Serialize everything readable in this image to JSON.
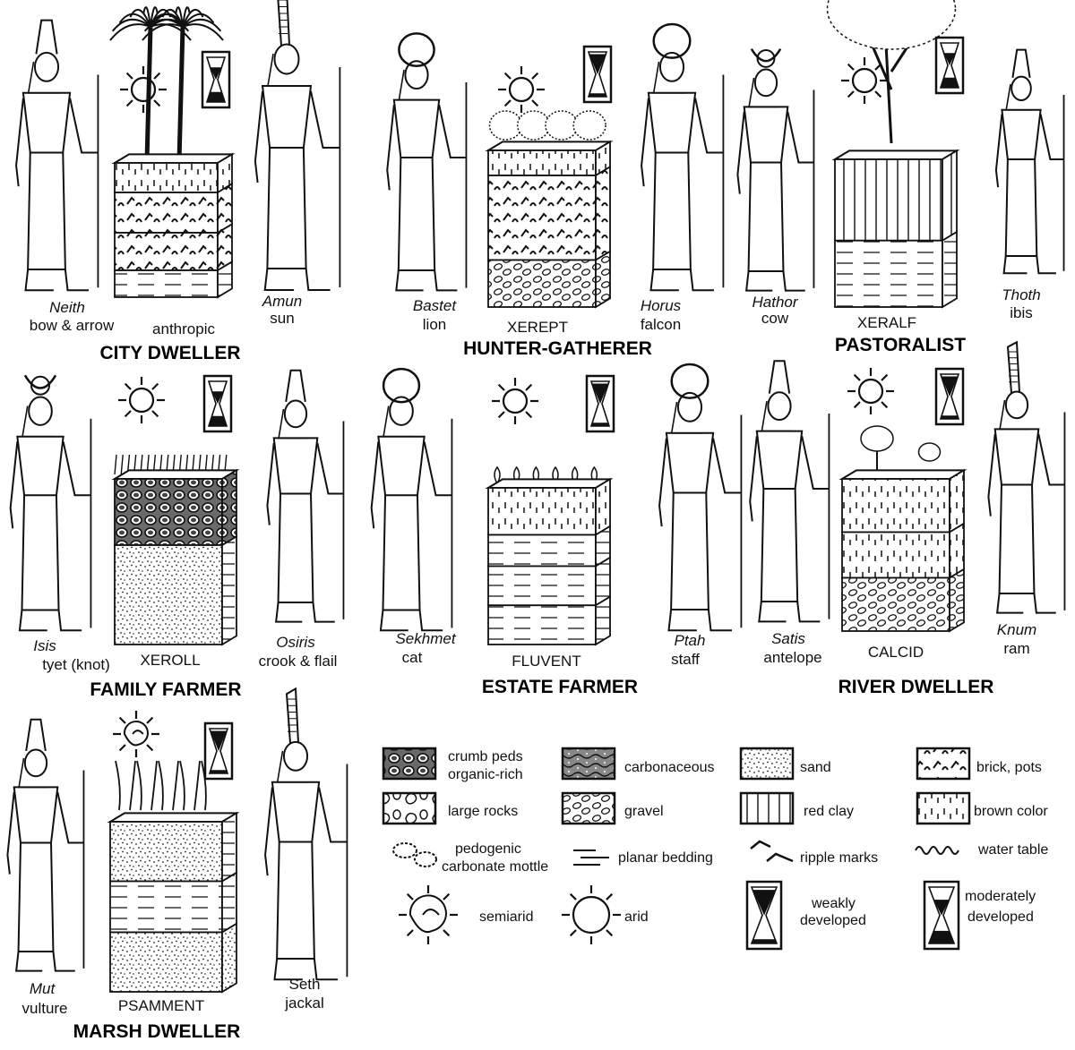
{
  "panels": [
    {
      "id": "city",
      "title": "CITY DWELLER",
      "soil": "anthropic",
      "left": {
        "name": "Neith",
        "attr": "bow & arrow"
      },
      "right": {
        "name": "Amun",
        "attr": "sun"
      },
      "climate": "arid",
      "development": "moderately"
    },
    {
      "id": "hunter",
      "title": "HUNTER-GATHERER",
      "soil": "XEREPT",
      "left": {
        "name": "Bastet",
        "attr": "lion"
      },
      "right": {
        "name": "Horus",
        "attr": "falcon"
      },
      "climate": "arid",
      "development": "weakly"
    },
    {
      "id": "pastoral",
      "title": "PASTORALIST",
      "soil": "XERALF",
      "left": {
        "name": "Hathor",
        "attr": "cow"
      },
      "right": {
        "name": "Thoth",
        "attr": "ibis"
      },
      "climate": "arid",
      "development": "moderately"
    },
    {
      "id": "family",
      "title": "FAMILY FARMER",
      "soil": "XEROLL",
      "left": {
        "name": "Isis",
        "attr": "tyet (knot)"
      },
      "right": {
        "name": "Osiris",
        "attr": "crook & flail"
      },
      "climate": "arid",
      "development": "moderately"
    },
    {
      "id": "estate",
      "title": "ESTATE FARMER",
      "soil": "FLUVENT",
      "left": {
        "name": "Sekhmet",
        "attr": "cat"
      },
      "right": {
        "name": "Ptah",
        "attr": "staff"
      },
      "climate": "arid",
      "development": "weakly"
    },
    {
      "id": "river",
      "title": "RIVER DWELLER",
      "soil": "CALCID",
      "left": {
        "name": "Satis",
        "attr": "antelope"
      },
      "right": {
        "name": "Knum",
        "attr": "ram"
      },
      "climate": "arid",
      "development": "weakly"
    },
    {
      "id": "marsh",
      "title": "MARSH DWELLER",
      "soil": "PSAMMENT",
      "left": {
        "name": "Mut",
        "attr": "vulture"
      },
      "right": {
        "name": "Seth",
        "attr": "jackal"
      },
      "climate": "semiarid",
      "development": "weakly"
    }
  ],
  "legend": [
    {
      "key": "crumb",
      "line1": "crumb peds",
      "line2": "organic-rich"
    },
    {
      "key": "carbonaceous",
      "line1": "carbonaceous"
    },
    {
      "key": "sand",
      "line1": "sand"
    },
    {
      "key": "brick",
      "line1": "brick, pots"
    },
    {
      "key": "rocks",
      "line1": "large rocks"
    },
    {
      "key": "gravel",
      "line1": "gravel"
    },
    {
      "key": "redclay",
      "line1": "red clay"
    },
    {
      "key": "brown",
      "line1": "brown color"
    },
    {
      "key": "mottle",
      "line1": "pedogenic",
      "line2": "carbonate mottle"
    },
    {
      "key": "planar",
      "line1": "planar bedding"
    },
    {
      "key": "ripple",
      "line1": "ripple marks"
    },
    {
      "key": "water",
      "line1": "water table"
    },
    {
      "key": "semiarid",
      "line1": "semiarid"
    },
    {
      "key": "arid",
      "line1": "arid"
    },
    {
      "key": "weak",
      "line1": "weakly",
      "line2": "developed"
    },
    {
      "key": "moderate",
      "line1": "moderately",
      "line2": "developed"
    }
  ],
  "colors": {
    "ink": "#111111",
    "background": "#ffffff"
  }
}
